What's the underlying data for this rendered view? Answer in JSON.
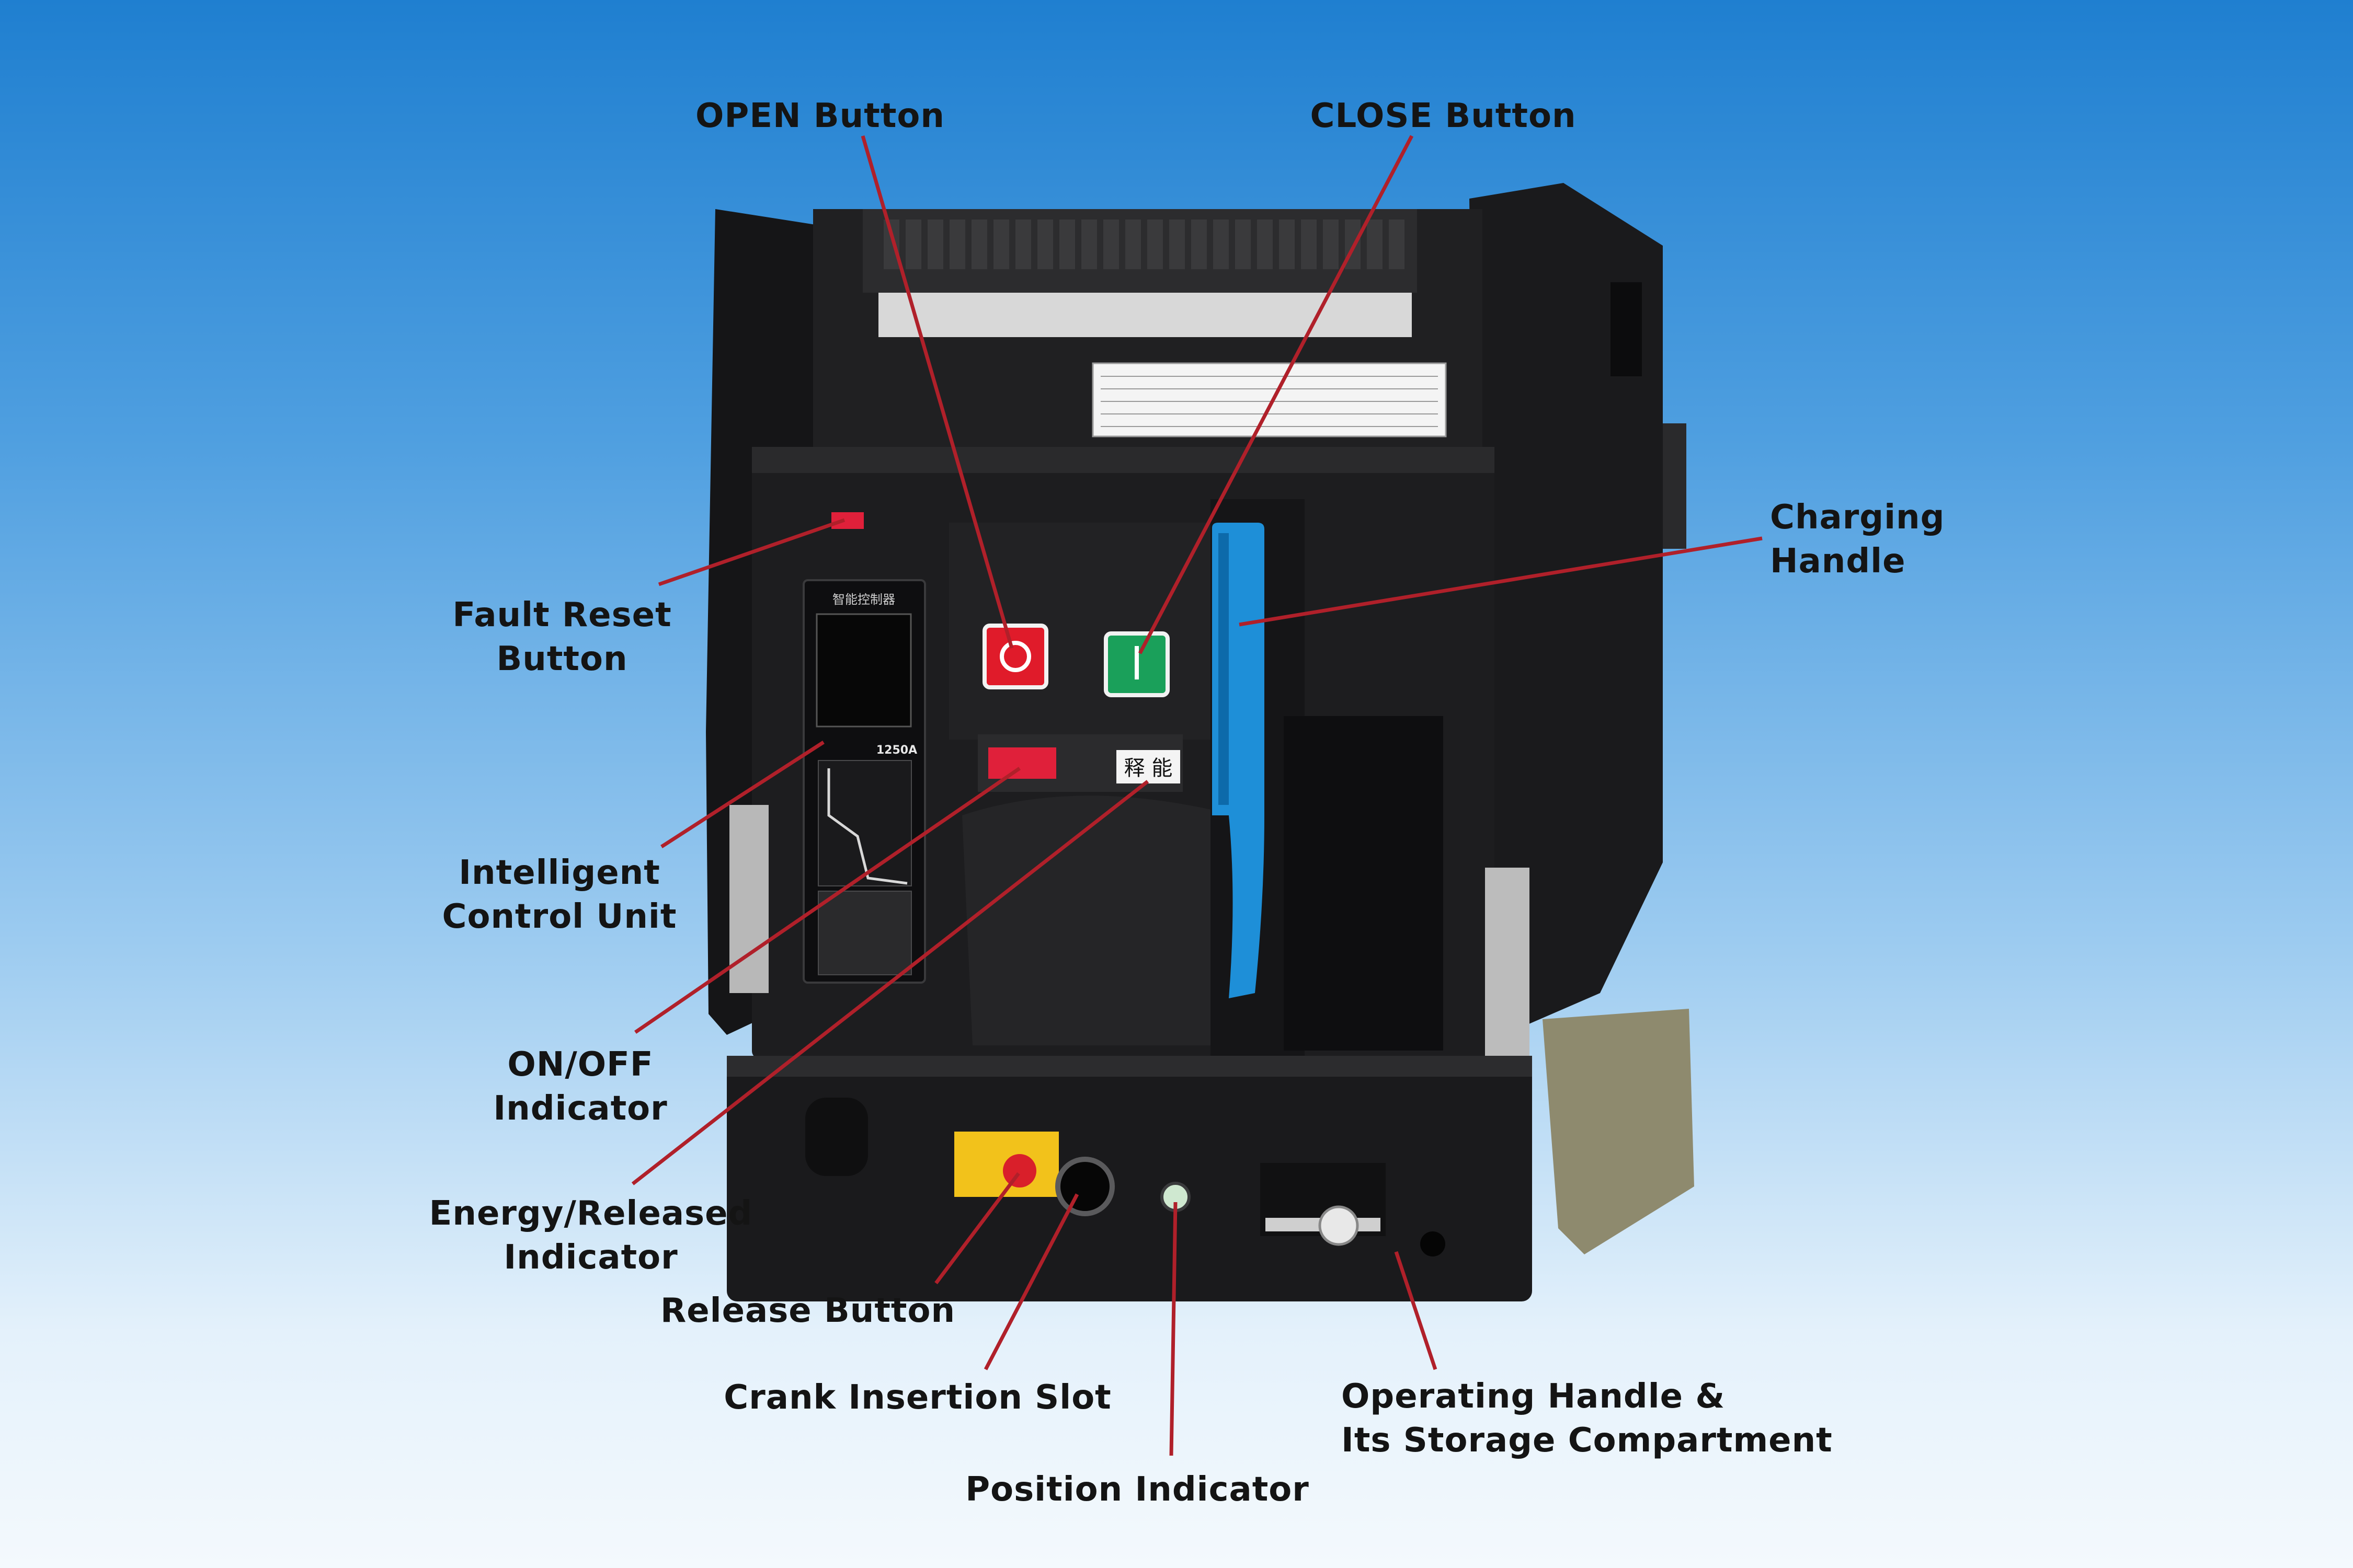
{
  "diagram": {
    "labels": {
      "open_button": "OPEN Button",
      "close_button": "CLOSE Button",
      "charging_handle": [
        "Charging",
        "Handle"
      ],
      "fault_reset": [
        "Fault Reset",
        "Button"
      ],
      "control_unit": [
        "Intelligent",
        "Control Unit"
      ],
      "onoff_indicator": [
        "ON/OFF",
        "Indicator"
      ],
      "energy_indicator": [
        "Energy/Released",
        "Indicator"
      ],
      "release_button": "Release Button",
      "crank_slot": "Crank Insertion Slot",
      "position_indicator": "Position Indicator",
      "operating_handle": [
        "Operating Handle &",
        "Its Storage Compartment"
      ]
    },
    "device_text": {
      "panel_title": "智能控制器",
      "rating": "1250A",
      "energy_release": "释 能"
    },
    "colors": {
      "leader_line": "#b0202a",
      "open_button": "#e01b2a",
      "close_button": "#1aa05a",
      "charging_handle": "#1e8fd8",
      "body": "#1c1c1e"
    }
  }
}
